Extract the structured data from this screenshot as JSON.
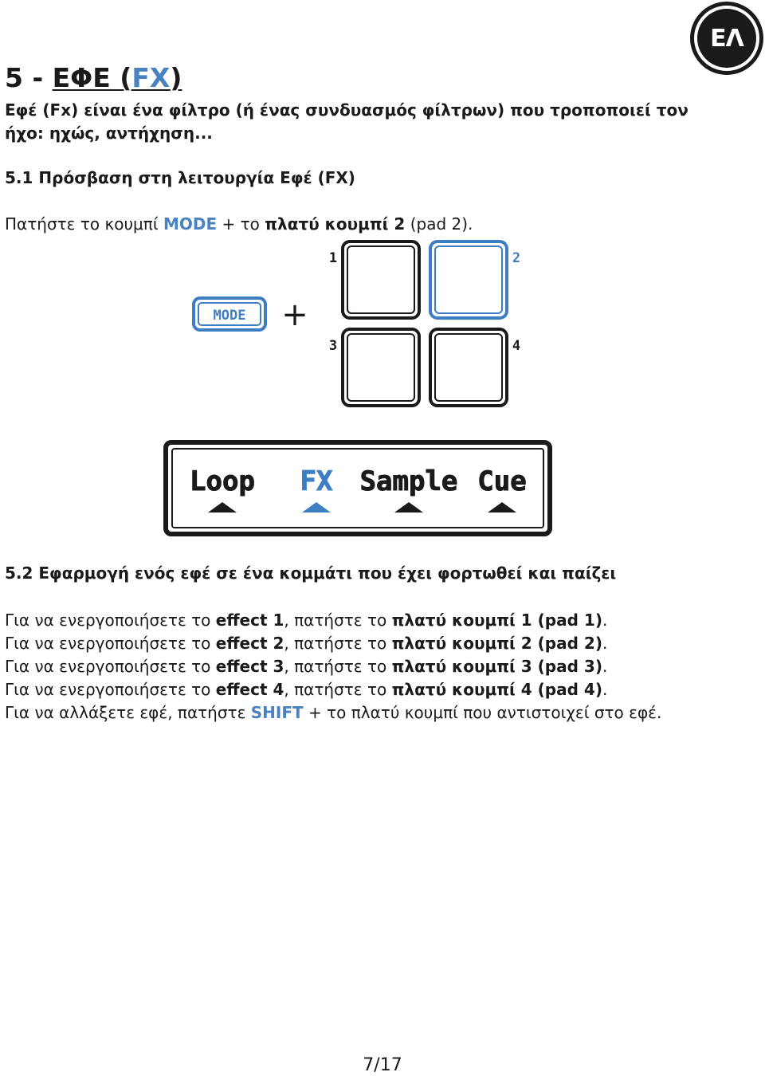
{
  "badge": {
    "label": "ΕΛ"
  },
  "section": {
    "number": "5 - ",
    "title_main": "ΕΦΕ (",
    "title_fx": "FX",
    "title_close": ")",
    "intro": "Εφέ (Fx) είναι ένα φίλτρο (ή ένας συνδυασμός φίλτρων) που τροποποιεί τον ήχο: ηχώς, αντήχηση..."
  },
  "subsection1": {
    "heading": "5.1 Πρόσβαση στη λειτουργία Εφέ (FX)",
    "step": {
      "before": "Πατήστε το κουμπί ",
      "mode": "MODE",
      "mid": " + το ",
      "pad_bold": "πλατύ κουμπί 2",
      "after": " (pad 2)."
    }
  },
  "diagram": {
    "mode_button": "MODE",
    "plus": "+",
    "pads": [
      {
        "number": "1",
        "active": false
      },
      {
        "number": "2",
        "active": true
      },
      {
        "number": "3",
        "active": false
      },
      {
        "number": "4",
        "active": false
      }
    ],
    "display": {
      "modes": [
        {
          "label": "Loop",
          "active": false
        },
        {
          "label": "FX",
          "active": true
        },
        {
          "label": "Sample",
          "active": false
        },
        {
          "label": "Cue",
          "active": false
        }
      ]
    },
    "colors": {
      "accent": "#3d7fc2",
      "ink": "#1a1a1a"
    }
  },
  "subsection2": {
    "heading": "5.2 Εφαρμογή ενός εφέ σε ένα κομμάτι που έχει φορτωθεί και παίζει",
    "lines": [
      {
        "a": "Για να ενεργοποιήσετε το ",
        "effect": "effect 1",
        "b": ", πατήστε το ",
        "pad": "πλατύ κουμπί 1 (pad 1)",
        "c": "."
      },
      {
        "a": "Για να ενεργοποιήσετε το ",
        "effect": "effect 2",
        "b": ", πατήστε το ",
        "pad": "πλατύ κουμπί 2 (pad 2)",
        "c": "."
      },
      {
        "a": "Για να ενεργοποιήσετε το ",
        "effect": "effect 3",
        "b": ", πατήστε το ",
        "pad": "πλατύ κουμπί 3 (pad 3)",
        "c": "."
      },
      {
        "a": "Για να ενεργοποιήσετε το ",
        "effect": "effect 4",
        "b": ", πατήστε το ",
        "pad": "πλατύ κουμπί 4 (pad 4)",
        "c": "."
      }
    ],
    "shift_line": {
      "a": "Για να αλλάξετε εφέ, πατήστε ",
      "shift": "SHIFT",
      "b": " + το πλατύ κουμπί που αντιστοιχεί στο εφέ."
    }
  },
  "footer": {
    "page": "7/17"
  }
}
